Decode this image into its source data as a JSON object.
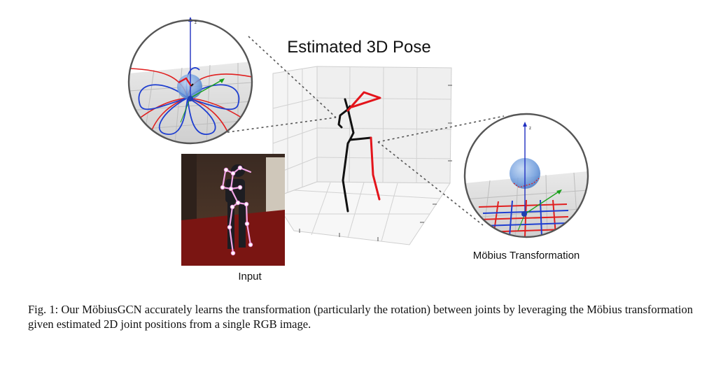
{
  "figure": {
    "title": "Estimated 3D Pose",
    "input_label": "Input",
    "mobius_label": "Möbius Transformation",
    "axis_z": "z",
    "colors": {
      "skeleton_black": "#111111",
      "skeleton_red": "#e3141b",
      "sphere_blue": "#5b8fd6",
      "curve_blue": "#1f3fd0",
      "curve_red": "#e02020",
      "axis_green": "#1aa01a",
      "overlay_pink": "#f2a6e6",
      "photo_floor": "#7a1512"
    }
  },
  "caption": {
    "text": "Fig. 1: Our MöbiusGCN accurately learns the transformation (particularly the rotation) between joints by leveraging the Möbius transformation given estimated 2D joint positions from a single RGB image."
  }
}
